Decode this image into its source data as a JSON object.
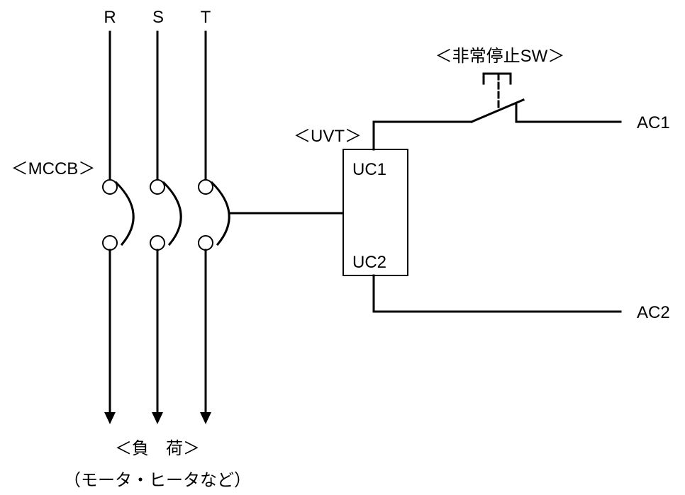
{
  "diagram": {
    "phases": [
      "R",
      "S",
      "T"
    ],
    "mccb_label": "＜MCCB＞",
    "uvt_label": "＜UVT＞",
    "uvt_terminals": [
      "UC1",
      "UC2"
    ],
    "switch_label": "＜非常停止SW＞",
    "ac_terminals": [
      "AC1",
      "AC2"
    ],
    "load_label": "＜負　荷＞",
    "load_note": "（モータ・ヒータなど）"
  }
}
